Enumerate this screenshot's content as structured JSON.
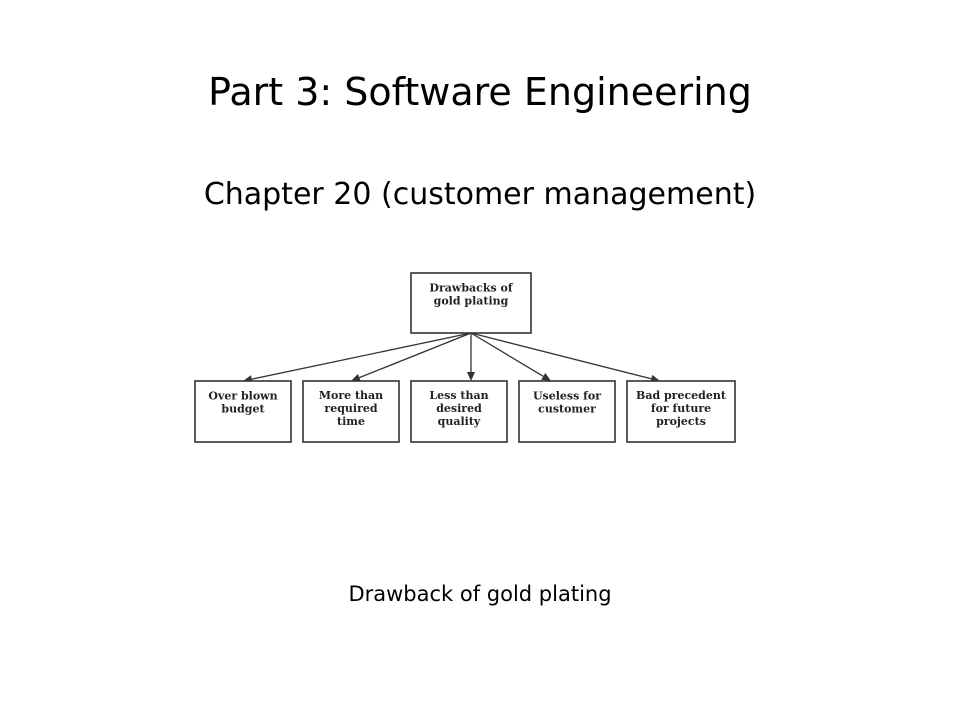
{
  "slide": {
    "title": "Part 3: Software Engineering",
    "subtitle": "Chapter 20 (customer management)",
    "caption": "Drawback of gold plating"
  },
  "diagram": {
    "root": {
      "lines": [
        "Drawbacks of",
        "gold plating"
      ]
    },
    "children": [
      {
        "lines": [
          "Over blown",
          "budget"
        ]
      },
      {
        "lines": [
          "More than",
          "required",
          "time"
        ]
      },
      {
        "lines": [
          "Less than",
          "desired",
          "quality"
        ]
      },
      {
        "lines": [
          "Useless for",
          "customer"
        ]
      },
      {
        "lines": [
          "Bad precedent",
          "for future",
          "projects"
        ]
      }
    ]
  }
}
